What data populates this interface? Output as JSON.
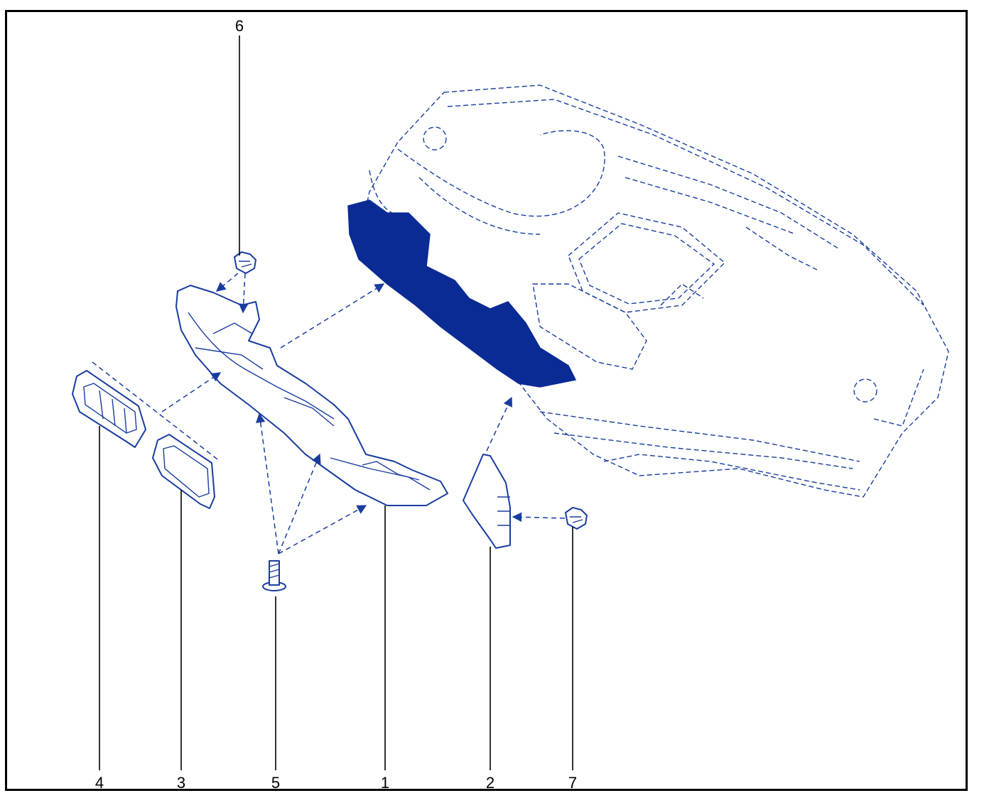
{
  "diagram": {
    "colors": {
      "line": "#1a3c9e",
      "highlight": "#0b2b94",
      "frame": "#000000"
    },
    "callouts": [
      {
        "label": "6"
      },
      {
        "label": "4"
      },
      {
        "label": "3"
      },
      {
        "label": "5"
      },
      {
        "label": "1"
      },
      {
        "label": "2"
      },
      {
        "label": "7"
      }
    ]
  }
}
